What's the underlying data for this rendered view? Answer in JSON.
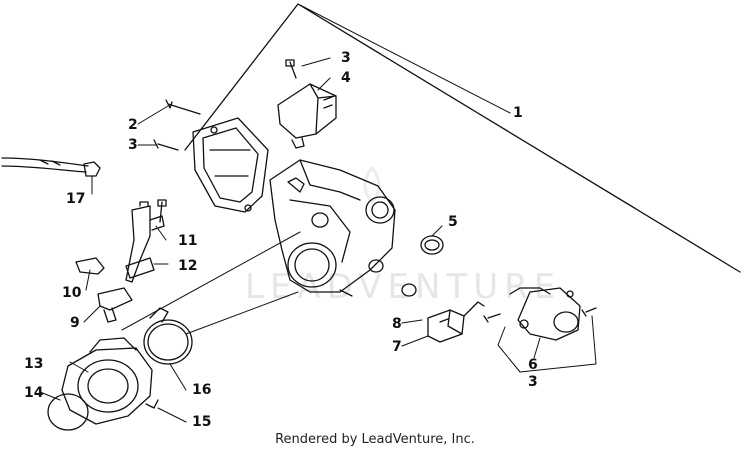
{
  "watermark": "LEADVENTURE",
  "footer": "Rendered by LeadVenture, Inc.",
  "callouts": {
    "c1": "1",
    "c2": "2",
    "c3a": "3",
    "c3b": "3",
    "c3c": "3",
    "c4": "4",
    "c5": "5",
    "c6": "6",
    "c7": "7",
    "c8": "8",
    "c9": "9",
    "c10": "10",
    "c11": "11",
    "c12": "12",
    "c13": "13",
    "c14": "14",
    "c15": "15",
    "c16": "16",
    "c17": "17"
  }
}
